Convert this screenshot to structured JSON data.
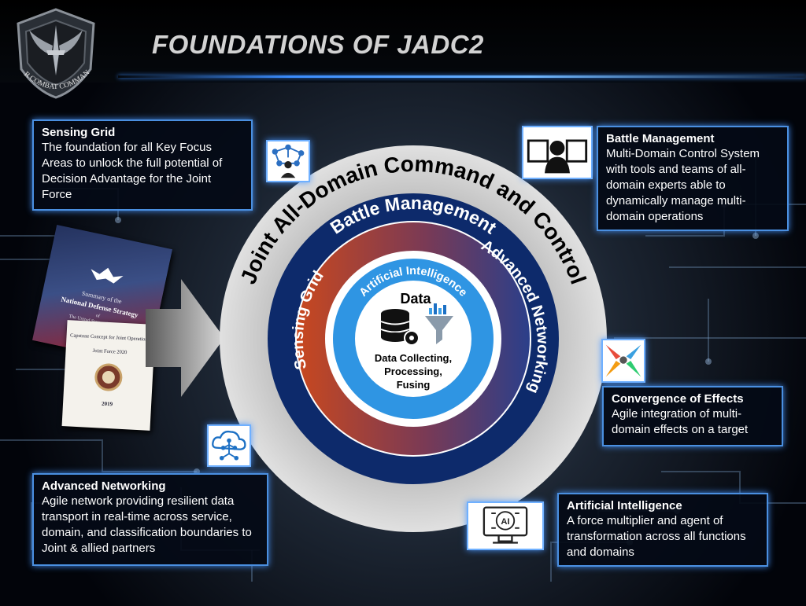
{
  "header": {
    "title": "FOUNDATIONS OF JADC2",
    "logo_text": "AIR COMBAT COMMAND"
  },
  "diagram": {
    "outer_ring": "Joint All-Domain Command and Control",
    "second_ring": "Battle Management",
    "third_ring_left": "Sensing Grid",
    "third_ring_right": "Advanced Networking",
    "inner_ring": "Artificial Intelligence",
    "core_title": "Data",
    "core_line1": "Data Collecting,",
    "core_line2": "Processing,",
    "core_line3": "Fusing"
  },
  "documents": {
    "doc1_line1": "Summary of the",
    "doc1_line2": "National Defense Strategy",
    "doc1_line3": "of",
    "doc1_line4": "The United States of America",
    "doc2_line1": "Capstone Concept for Joint Operations:",
    "doc2_line2": "Joint Force 2020",
    "doc2_year": "2019"
  },
  "callouts": {
    "sensing_grid": {
      "heading": "Sensing Grid",
      "text": "The foundation for all Key Focus Areas to unlock the full potential of Decision Advantage for the Joint Force"
    },
    "battle_management": {
      "heading": "Battle Management",
      "text": "Multi-Domain Control System with tools and teams of all-domain experts able to dynamically manage multi-domain operations"
    },
    "convergence": {
      "heading": "Convergence of Effects",
      "text": "Agile integration of multi-domain effects on a target"
    },
    "advanced_networking": {
      "heading": "Advanced Networking",
      "text": "Agile network providing resilient data transport in real-time across service, domain, and classification boundaries to Joint & allied partners"
    },
    "artificial_intelligence": {
      "heading": "Artificial Intelligence",
      "text": "A force multiplier and agent of transformation across all functions and domains"
    }
  },
  "icons": {
    "sensing": "network-person-icon",
    "battle": "operator-screens-icon",
    "convergence": "converging-arrows-icon",
    "networking": "cloud-network-icon",
    "ai": "ai-monitor-icon",
    "database": "database-gear-icon",
    "funnel": "data-funnel-icon"
  },
  "colors": {
    "accent_blue": "#4a8fe0",
    "outer_ring": "#c8c8c8",
    "battle_ring": "#0d2a6b",
    "inner_ring": "#2f95e3",
    "sensing_red": "#c8481f"
  }
}
